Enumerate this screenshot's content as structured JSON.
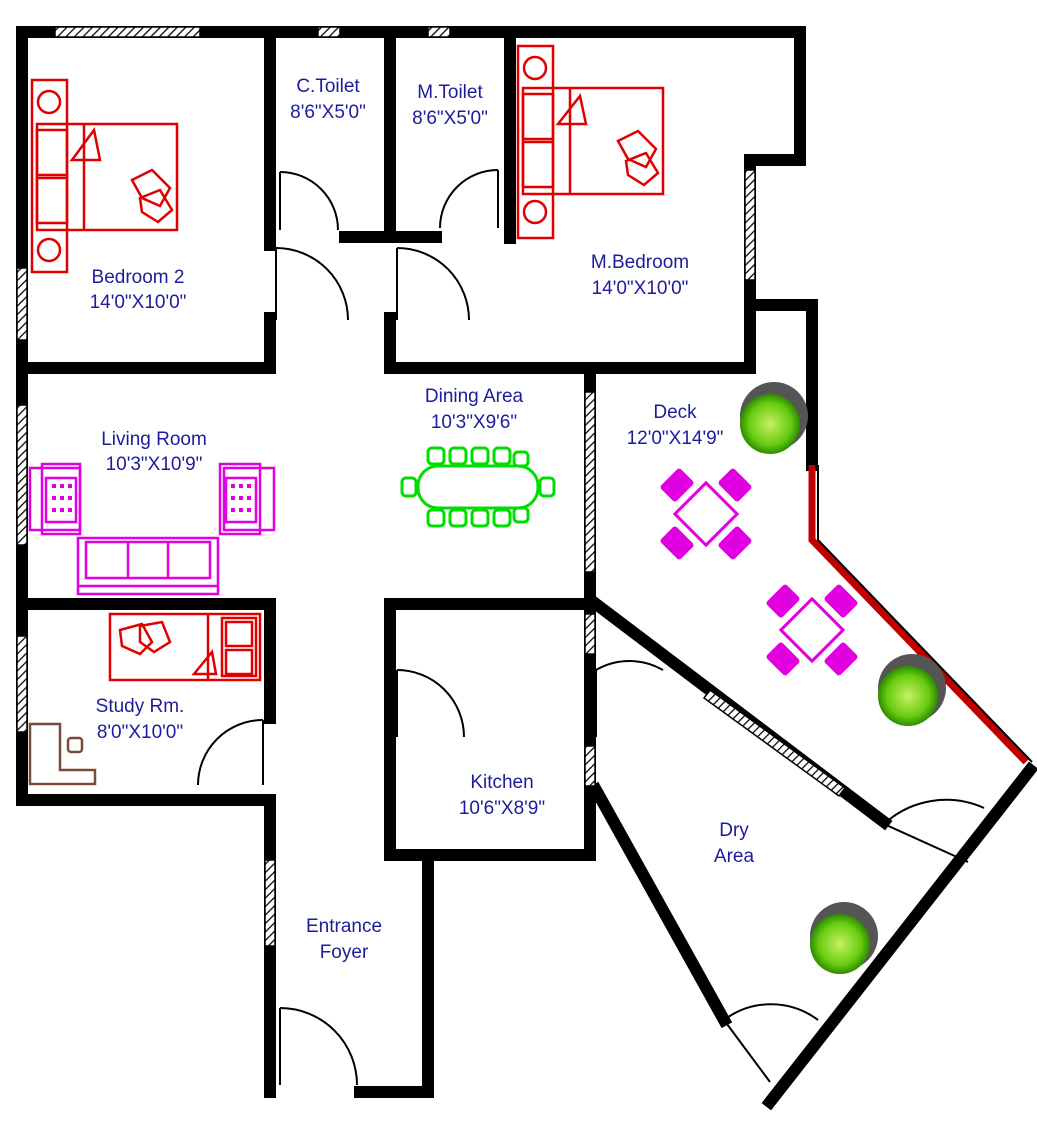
{
  "colors": {
    "wall": "#000000",
    "label": "#1c1c9c",
    "bed": "#e00000",
    "sofa": "#e000e0",
    "dining": "#00dd00",
    "desk": "#7a4a3a",
    "plant": "#66cc11",
    "deck_rail": "#c00000"
  },
  "rooms": [
    {
      "id": "bedroom2",
      "name": "Bedroom 2",
      "size": "14'0\"X10'0\""
    },
    {
      "id": "ctoilet",
      "name": "C.Toilet",
      "size": "8'6\"X5'0\""
    },
    {
      "id": "mtoilet",
      "name": "M.Toilet",
      "size": "8'6\"X5'0\""
    },
    {
      "id": "mbedroom",
      "name": "M.Bedroom",
      "size": "14'0\"X10'0\""
    },
    {
      "id": "living",
      "name": "Living Room",
      "size": "10'3\"X10'9\""
    },
    {
      "id": "dining",
      "name": "Dining Area",
      "size": "10'3\"X9'6\""
    },
    {
      "id": "deck",
      "name": "Deck",
      "size": "12'0\"X14'9\""
    },
    {
      "id": "study",
      "name": "Study Rm.",
      "size": "8'0\"X10'0\""
    },
    {
      "id": "kitchen",
      "name": "Kitchen",
      "size": "10'6\"X8'9\""
    },
    {
      "id": "dry",
      "name": "Dry",
      "size": "Area"
    },
    {
      "id": "foyer",
      "name": "Entrance",
      "size": "Foyer"
    }
  ],
  "icons": {
    "bed": "bed-icon",
    "armchair": "armchair-icon",
    "sofa": "sofa-icon",
    "dining_table": "dining-table-icon",
    "patio_set": "patio-table-icon",
    "plant": "potted-plant-icon",
    "desk": "study-desk-icon",
    "door": "door-swing-icon",
    "window": "window-hatch-icon"
  }
}
